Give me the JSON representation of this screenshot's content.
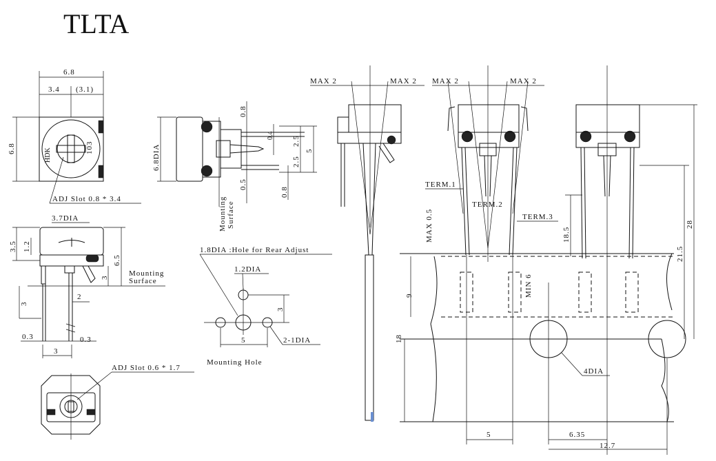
{
  "title": "TLTA",
  "front_view": {
    "dim_width": "6.8",
    "dim_left": "3.4",
    "dim_right": "(3.1)",
    "dim_height": "6.8",
    "marking_left": "HDK",
    "marking_right": "103",
    "slot_label": "ADJ Slot  0.8 * 3.4"
  },
  "side_view": {
    "dia": "6.8DIA",
    "d_08_top": "0.8",
    "d_04": "0.4",
    "d_25a": "2.5",
    "d_25b": "2.5",
    "d_5": "5",
    "d_05": "0.5",
    "d_08_bottom": "0.8",
    "mounting_surface_1": "Mounting",
    "mounting_surface_2": "Surface"
  },
  "left_side_view": {
    "dia": "3.7DIA",
    "d_35": "3.5",
    "d_12": "1.2",
    "d_65": "6.5",
    "d_3a": "3",
    "d_3b": "3",
    "d_2": "2",
    "d_03a": "0.3",
    "d_03b": "0.3",
    "d_3c": "3",
    "mounting_1": "Mounting",
    "mounting_2": "Surface"
  },
  "bottom_view": {
    "slot_label": "ADJ Slot 0.6 * 1.7"
  },
  "mounting_hole": {
    "rear_label": "1.8DIA :Hole for Rear Adjust",
    "dia_12": "1.2DIA",
    "dia_21": "2-1DIA",
    "d_3": "3",
    "d_5": "5",
    "caption": "Mounting   Hole"
  },
  "tape_view": {
    "max_labels": [
      "MAX 2",
      "MAX 2",
      "MAX 2",
      "MAX 2"
    ],
    "term1": "TERM.1",
    "term2": "TERM.2",
    "term3": "TERM.3",
    "max05": "MAX 0.5",
    "d_185": "18.5",
    "d_28": "28",
    "d_215": "21.5",
    "d_9": "9",
    "d_18": "18",
    "min6": "MIN 6",
    "dia4": "4DIA",
    "d_5": "5",
    "d_635": "6.35",
    "d_127": "12.7"
  }
}
